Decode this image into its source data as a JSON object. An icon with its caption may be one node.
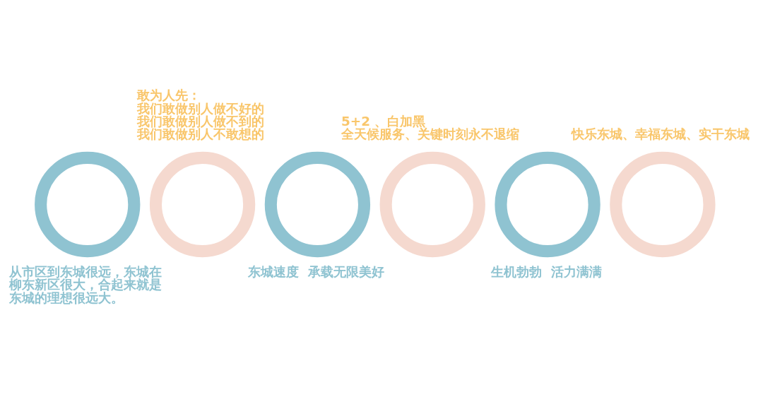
{
  "diagram": {
    "nodes": [
      {
        "text": [],
        "shape": "circle",
        "beside": [
          "从市区到东城很远，东城在柳东新区很大，合起来就是东城的理想很远大。"
        ]
      },
      {
        "text": [],
        "shape": "circle",
        "beside": [
          "敢为人先：",
          "我们敢做别人做不好的",
          "我们敢做别人做不到的",
          "我们敢做别人不敢想的"
        ]
      },
      {
        "text": [],
        "shape": "circle",
        "beside": [
          "东城速度  承载无限美好"
        ]
      },
      {
        "text": [],
        "shape": "circle",
        "beside": [
          "5+2 、白加黑",
          "全天候服务、关键时刻永不退缩"
        ]
      },
      {
        "text": [],
        "shape": "circle",
        "beside": [
          "生机勃勃  活力满满"
        ]
      },
      {
        "text": [],
        "shape": "circle",
        "beside": [
          "快乐东城、幸福东城、实干东城"
        ]
      }
    ],
    "edges": []
  }
}
